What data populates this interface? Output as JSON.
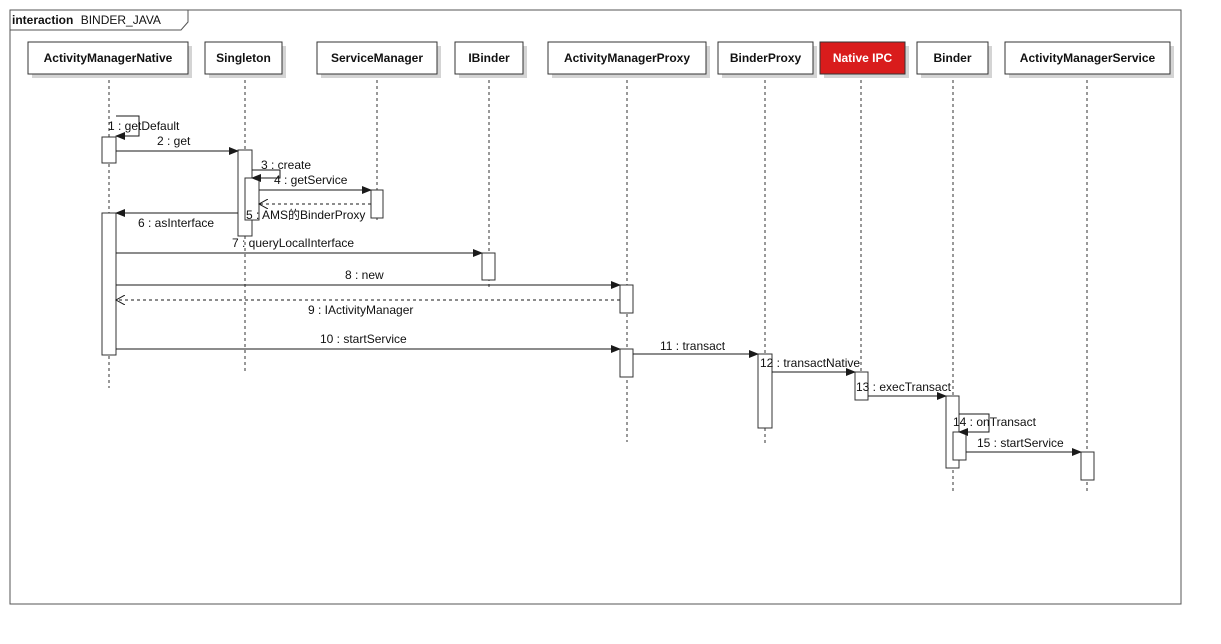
{
  "frame": {
    "keyword": "interaction",
    "name": "BINDER_JAVA"
  },
  "participants": [
    {
      "id": "amn",
      "name": "ActivityManagerNative",
      "highlight": false
    },
    {
      "id": "singleton",
      "name": "Singleton",
      "highlight": false
    },
    {
      "id": "sm",
      "name": "ServiceManager",
      "highlight": false
    },
    {
      "id": "ibinder",
      "name": "IBinder",
      "highlight": false
    },
    {
      "id": "amp",
      "name": "ActivityManagerProxy",
      "highlight": false
    },
    {
      "id": "bp",
      "name": "BinderProxy",
      "highlight": false
    },
    {
      "id": "ipc",
      "name": "Native IPC",
      "highlight": true
    },
    {
      "id": "binder",
      "name": "Binder",
      "highlight": false
    },
    {
      "id": "ams",
      "name": "ActivityManagerService",
      "highlight": false
    }
  ],
  "messages": [
    {
      "seq": 1,
      "label": "1 : getDefault",
      "from": "amn",
      "to": "amn",
      "kind": "self"
    },
    {
      "seq": 2,
      "label": "2 : get",
      "from": "amn",
      "to": "singleton",
      "kind": "call"
    },
    {
      "seq": 3,
      "label": "3 : create",
      "from": "singleton",
      "to": "singleton",
      "kind": "self"
    },
    {
      "seq": 4,
      "label": "4 : getService",
      "from": "singleton",
      "to": "sm",
      "kind": "call"
    },
    {
      "seq": 5,
      "label": "5 : AMS的BinderProxy",
      "from": "sm",
      "to": "singleton",
      "kind": "return"
    },
    {
      "seq": 6,
      "label": "6 : asInterface",
      "from": "singleton",
      "to": "amn",
      "kind": "call"
    },
    {
      "seq": 7,
      "label": "7 : queryLocalInterface",
      "from": "amn",
      "to": "ibinder",
      "kind": "call"
    },
    {
      "seq": 8,
      "label": "8 : new",
      "from": "amn",
      "to": "amp",
      "kind": "call"
    },
    {
      "seq": 9,
      "label": "9 : IActivityManager",
      "from": "amp",
      "to": "amn",
      "kind": "return"
    },
    {
      "seq": 10,
      "label": "10 : startService",
      "from": "amn",
      "to": "amp",
      "kind": "call"
    },
    {
      "seq": 11,
      "label": "11 : transact",
      "from": "amp",
      "to": "bp",
      "kind": "call"
    },
    {
      "seq": 12,
      "label": "12 : transactNative",
      "from": "bp",
      "to": "ipc",
      "kind": "call"
    },
    {
      "seq": 13,
      "label": "13 : execTransact",
      "from": "ipc",
      "to": "binder",
      "kind": "call"
    },
    {
      "seq": 14,
      "label": "14 : onTransact",
      "from": "binder",
      "to": "binder",
      "kind": "self"
    },
    {
      "seq": 15,
      "label": "15 : startService",
      "from": "binder",
      "to": "ams",
      "kind": "call"
    }
  ],
  "colors": {
    "line": "#1a1a1a",
    "box_fill": "#ffffff",
    "highlight_fill": "#d91c1c",
    "highlight_text": "#ffffff",
    "shadow": "#d4d4d4"
  }
}
